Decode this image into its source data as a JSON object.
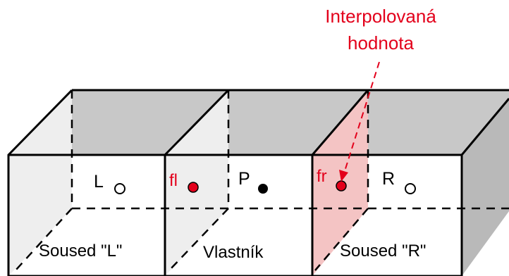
{
  "annotation": {
    "line1": "Interpolovaná",
    "line2": "hodnota",
    "color": "#e3001b"
  },
  "cells": {
    "left": {
      "point": "L",
      "name": "Soused \"L\""
    },
    "owner": {
      "point": "P",
      "name": "Vlastník"
    },
    "right": {
      "point": "R",
      "name": "Soused \"R\""
    }
  },
  "faces": {
    "left_label": "fl",
    "right_label": "fr"
  },
  "colors": {
    "outline": "#000000",
    "top_shade": "#c8c8c8",
    "side_shade": "#b9b9b9",
    "face_light": "#eeeeee",
    "face_highlight": "#f4c4c4",
    "marker": "#e3001b"
  }
}
